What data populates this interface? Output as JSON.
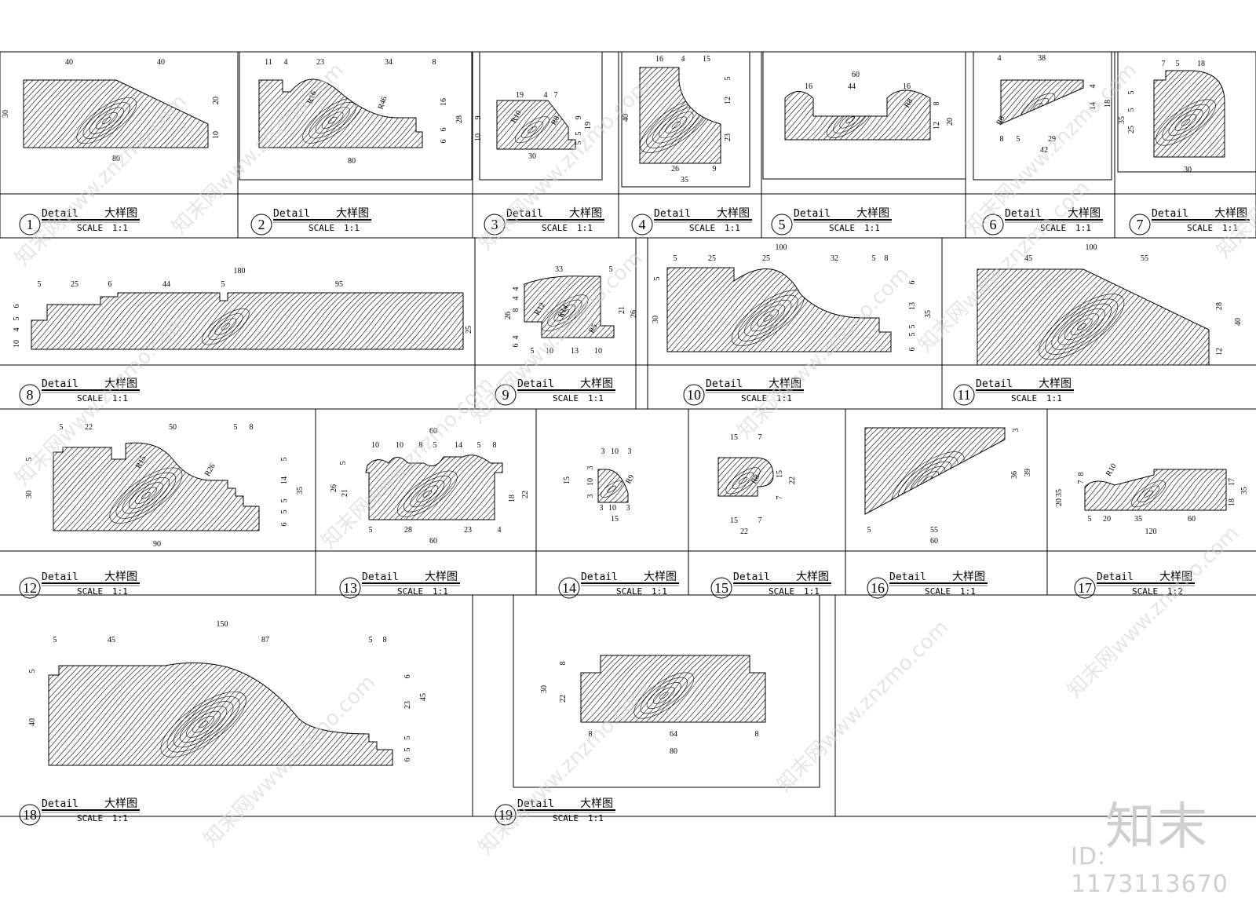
{
  "sheet": {
    "labels": {
      "detail": "Detail",
      "daxiangtu": "大样图",
      "scale": "SCALE"
    },
    "watermark": {
      "logo": "知末",
      "id": "ID: 1173113670",
      "site": "知末网www.znzmo.com",
      "color": "#cfcfcf"
    },
    "wood_grain_color": "#000000"
  },
  "details": [
    {
      "number": "1",
      "scale": "1:1",
      "dims": [
        "40",
        "40",
        "30",
        "20",
        "10",
        "80"
      ]
    },
    {
      "number": "2",
      "scale": "1:1",
      "dims": [
        "11",
        "4",
        "23",
        "34",
        "8",
        "R16",
        "R46",
        "16",
        "28",
        "6",
        "6",
        "80"
      ]
    },
    {
      "number": "3",
      "scale": "1:1",
      "dims": [
        "19",
        "4",
        "7",
        "R10",
        "R8",
        "9",
        "10",
        "9",
        "5",
        "5",
        "19",
        "30"
      ]
    },
    {
      "number": "4",
      "scale": "1:1",
      "dims": [
        "16",
        "4",
        "15",
        "5",
        "12",
        "40",
        "23",
        "26",
        "9",
        "35"
      ]
    },
    {
      "number": "5",
      "scale": "1:1",
      "dims": [
        "60",
        "16",
        "44",
        "16",
        "R8",
        "8",
        "12",
        "20"
      ]
    },
    {
      "number": "6",
      "scale": "1:1",
      "dims": [
        "4",
        "38",
        "4",
        "14",
        "18",
        "R8",
        "8",
        "5",
        "29",
        "42"
      ]
    },
    {
      "number": "7",
      "scale": "1:1",
      "dims": [
        "7",
        "5",
        "18",
        "5",
        "5",
        "35",
        "25",
        "30"
      ]
    },
    {
      "number": "8",
      "scale": "1:1",
      "dims": [
        "180",
        "5",
        "25",
        "6",
        "44",
        "5",
        "95",
        "6",
        "5",
        "4",
        "10",
        "25"
      ]
    },
    {
      "number": "9",
      "scale": "1:1",
      "dims": [
        "33",
        "5",
        "4",
        "4",
        "26",
        "8",
        "4",
        "6",
        "R12",
        "R14",
        "21",
        "26",
        "R5",
        "5",
        "10",
        "13",
        "10"
      ]
    },
    {
      "number": "10",
      "scale": "1:1",
      "dims": [
        "100",
        "5",
        "25",
        "25",
        "32",
        "5",
        "8",
        "5",
        "30",
        "6",
        "13",
        "35",
        "5",
        "5",
        "6"
      ]
    },
    {
      "number": "11",
      "scale": "1:1",
      "dims": [
        "100",
        "45",
        "55",
        "28",
        "40",
        "12"
      ]
    },
    {
      "number": "12",
      "scale": "1:1",
      "dims": [
        "5",
        "22",
        "50",
        "5",
        "8",
        "5",
        "R15",
        "R26",
        "30",
        "5",
        "14",
        "35",
        "5",
        "5",
        "6",
        "90"
      ]
    },
    {
      "number": "13",
      "scale": "1:1",
      "dims": [
        "60",
        "10",
        "10",
        "8",
        "5",
        "14",
        "5",
        "8",
        "5",
        "26",
        "21",
        "18",
        "22",
        "5",
        "28",
        "23",
        "4",
        "60"
      ]
    },
    {
      "number": "14",
      "scale": "1:1",
      "dims": [
        "3",
        "10",
        "3",
        "3",
        "15",
        "10",
        "R9",
        "3",
        "3",
        "10",
        "3",
        "15"
      ]
    },
    {
      "number": "15",
      "scale": "1:1",
      "dims": [
        "15",
        "7",
        "R8",
        "15",
        "22",
        "7",
        "15",
        "7",
        "22"
      ]
    },
    {
      "number": "16",
      "scale": "1:1",
      "dims": [
        "3",
        "36",
        "39",
        "5",
        "55",
        "60"
      ]
    },
    {
      "number": "17",
      "scale": "1:2",
      "dims": [
        "R10",
        "35",
        "7",
        "8",
        "20",
        "17",
        "18",
        "35",
        "5",
        "20",
        "35",
        "60",
        "120"
      ]
    },
    {
      "number": "18",
      "scale": "1:1",
      "dims": [
        "150",
        "5",
        "45",
        "87",
        "5",
        "8",
        "5",
        "6",
        "40",
        "23",
        "45",
        "5",
        "5",
        "6"
      ]
    },
    {
      "number": "19",
      "scale": "1:1",
      "dims": [
        "8",
        "30",
        "22",
        "8",
        "64",
        "8",
        "80"
      ]
    }
  ]
}
